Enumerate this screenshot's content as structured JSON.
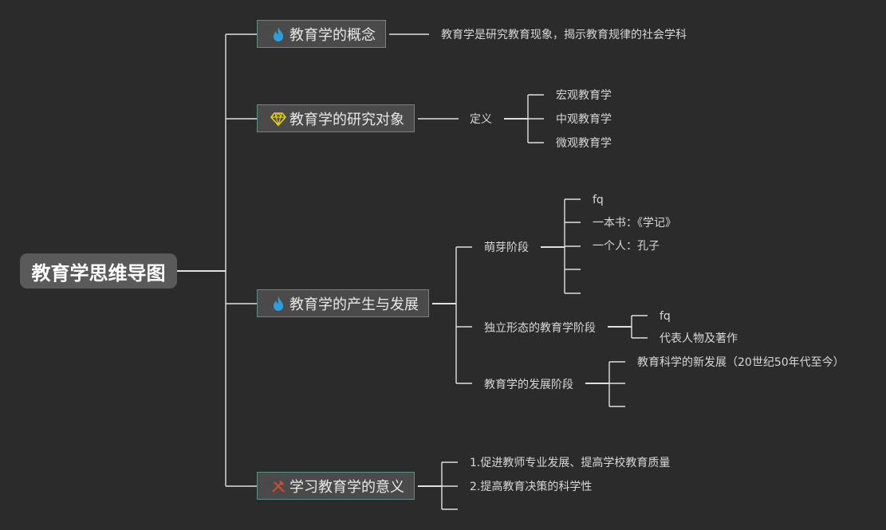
{
  "root": {
    "label": "教育学思维导图"
  },
  "topics": [
    {
      "label": "教育学的概念",
      "icon": "flame-icon"
    },
    {
      "label": "教育学的研究对象",
      "icon": "diamond-icon"
    },
    {
      "label": "教育学的产生与发展",
      "icon": "flame-icon"
    },
    {
      "label": "学习教育学的意义",
      "icon": "tools-icon"
    }
  ],
  "concept": {
    "definition": "教育学是研究教育现象，揭示教育规律的社会学科"
  },
  "research": {
    "label": "定义",
    "items": [
      "宏观教育学",
      "中观教育学",
      "微观教育学"
    ]
  },
  "development": {
    "stages": [
      {
        "label": "萌芽阶段",
        "items": [
          "fq",
          "一本书：《学记》",
          "一个人：孔子",
          "",
          ""
        ]
      },
      {
        "label": "独立形态的教育学阶段",
        "items": [
          "fq",
          "代表人物及著作"
        ]
      },
      {
        "label": "教育学的发展阶段",
        "items": [
          "教育科学的新发展（20世纪50年代至今）",
          "",
          ""
        ]
      }
    ]
  },
  "significance": {
    "items": [
      "1.促进教师专业发展、提高学校教育质量",
      "2.提高教育决策的科学性",
      ""
    ]
  },
  "colors": {
    "background": "#2b2b2b",
    "line": "#e0e0e0",
    "topic_border": "#5d8f86",
    "flame": "#2a9fe0",
    "diamond": "#e8d21a",
    "tools": "#d24a36"
  }
}
